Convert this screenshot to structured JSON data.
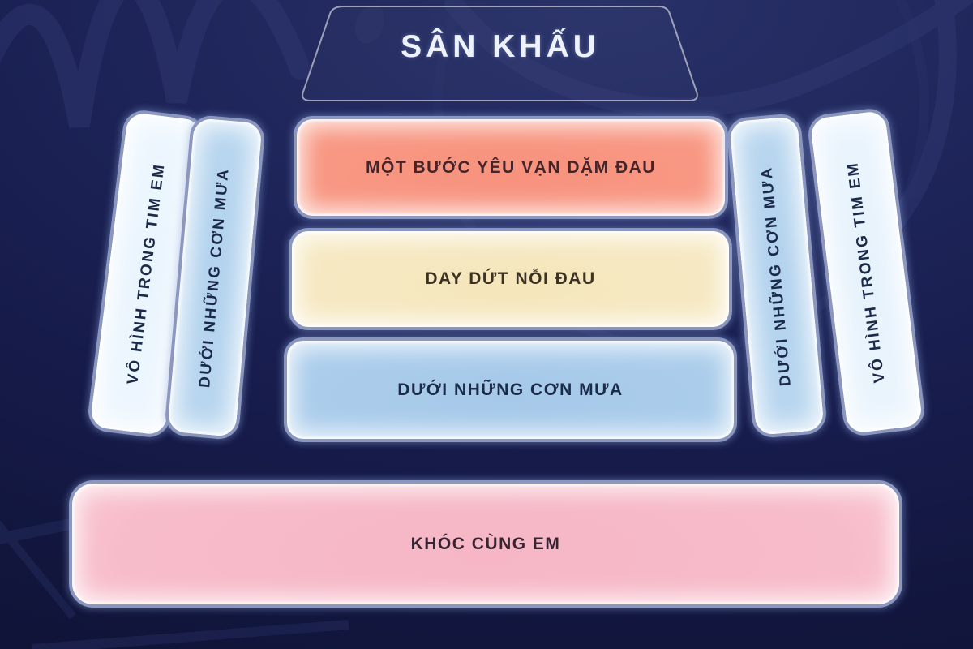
{
  "stage": {
    "label": "SÂN KHẤU"
  },
  "center_rows": [
    {
      "id": "row-1",
      "label": "MỘT BƯỚC YÊU VẠN DẶM ĐAU",
      "color": "#f8987f"
    },
    {
      "id": "row-2",
      "label": "DAY DỨT NỖI ĐAU",
      "color": "#f6e9c3"
    },
    {
      "id": "row-3",
      "label": "DƯỚI NHỮNG CƠN MƯA",
      "color": "#a9cbe9"
    }
  ],
  "back_row": {
    "label": "KHÓC CÙNG EM",
    "color": "#f7bac8"
  },
  "left_columns": [
    {
      "position": "outer",
      "label": "VÔ HÌNH TRONG TIM EM",
      "color": "#eef7fe"
    },
    {
      "position": "inner",
      "label": "DƯỚI NHỮNG CƠN MƯA",
      "color": "#b9d6ef"
    }
  ],
  "right_columns": [
    {
      "position": "inner",
      "label": "DƯỚI NHỮNG CƠN MƯA",
      "color": "#b9d6ef"
    },
    {
      "position": "outer",
      "label": "VÔ HÌNH TRONG TIM EM",
      "color": "#eef7fe"
    }
  ],
  "palette": {
    "background": "#1a2153",
    "block_border": "#8b97bf",
    "stage_outline_text": "#eef2fa",
    "glow": "#ffffff"
  }
}
